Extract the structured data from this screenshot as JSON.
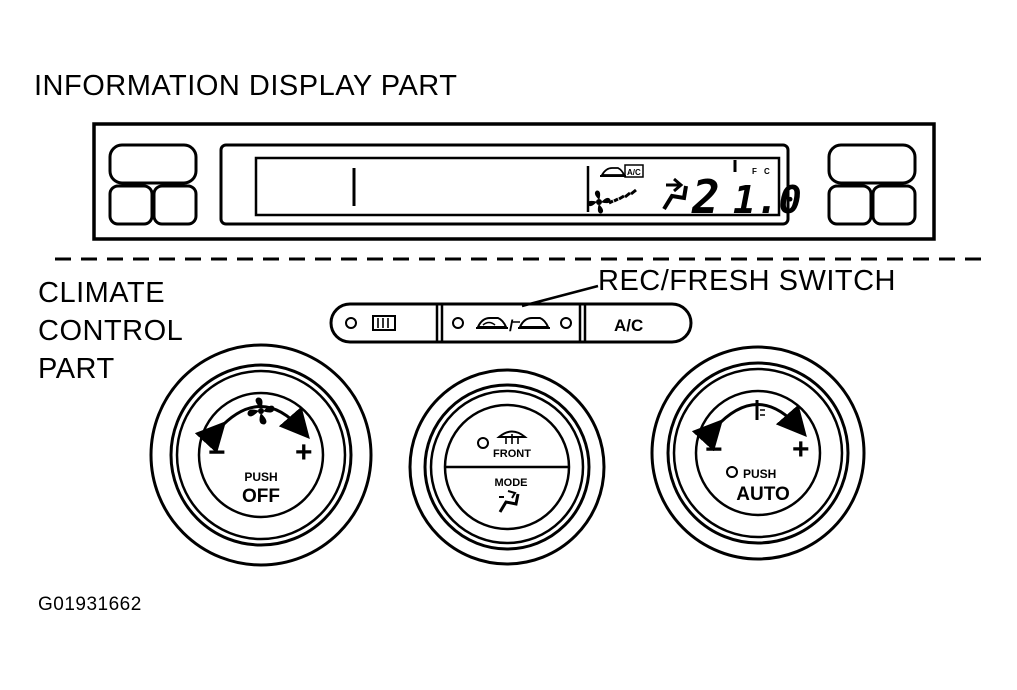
{
  "labels": {
    "information_display_part": "INFORMATION DISPLAY PART",
    "climate_control_part": [
      "CLIMATE",
      "CONTROL",
      "PART"
    ],
    "rec_fresh_switch": "REC/FRESH SWITCH",
    "figure_id": "G01931662"
  },
  "display": {
    "ac_indicator": "A/C",
    "temp_digits": "2",
    "temp_small": "1.0",
    "unit_f": "F",
    "unit_c": "C"
  },
  "buttons": {
    "rear_defrost_icon": "rear-defrost-icon",
    "rec_fresh_separator": "/",
    "ac_label": "A/C"
  },
  "knobs": {
    "fan": {
      "minus": "−",
      "plus": "+",
      "push": "PUSH",
      "action": "OFF"
    },
    "mode": {
      "front": "FRONT",
      "mode": "MODE"
    },
    "temp": {
      "minus": "−",
      "plus": "+",
      "push": "PUSH",
      "action": "AUTO"
    }
  }
}
